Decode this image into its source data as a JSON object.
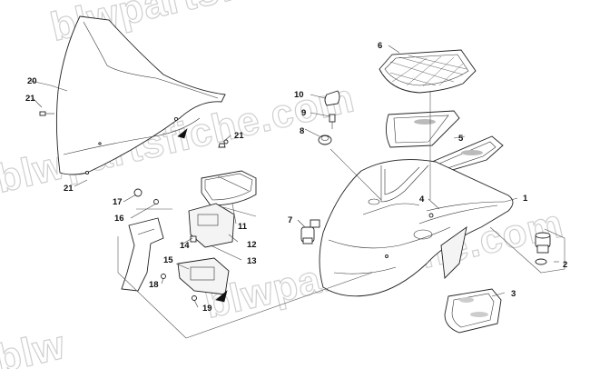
{
  "watermark": {
    "text": "blwpartsfiche.com",
    "partial_top": "blwpartsfiche",
    "partial_bottom": "blwpartsfiche.com",
    "partial_corner": "blw"
  },
  "callouts": {
    "c1": "1",
    "c2": "2",
    "c3": "3",
    "c4": "4",
    "c5": "5",
    "c6": "6",
    "c7": "7",
    "c8": "8",
    "c9": "9",
    "c10": "10",
    "c11": "11",
    "c12": "12",
    "c13": "13",
    "c14": "14",
    "c15": "15",
    "c16": "16",
    "c17": "17",
    "c18": "18",
    "c19": "19",
    "c20": "20",
    "c21a": "21",
    "c21b": "21",
    "c21c": "21"
  }
}
